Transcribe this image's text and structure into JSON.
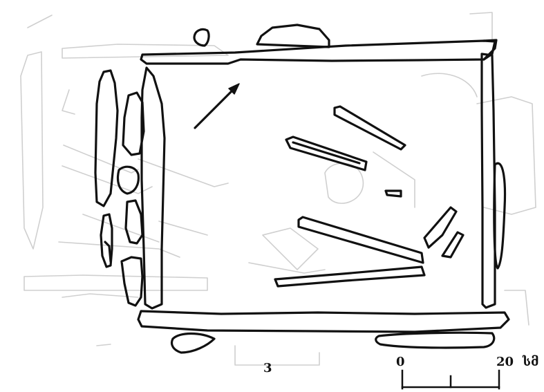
{
  "figure": {
    "number": "3"
  },
  "scale_bar": {
    "start_label": "0",
    "end_label": "20",
    "unit": "სმ"
  },
  "colors": {
    "ink": "#111111",
    "faint_underlayer": "#cfcfcf",
    "background": "#ffffff"
  },
  "icons": {
    "orientation_arrow": "north-arrow-icon"
  }
}
